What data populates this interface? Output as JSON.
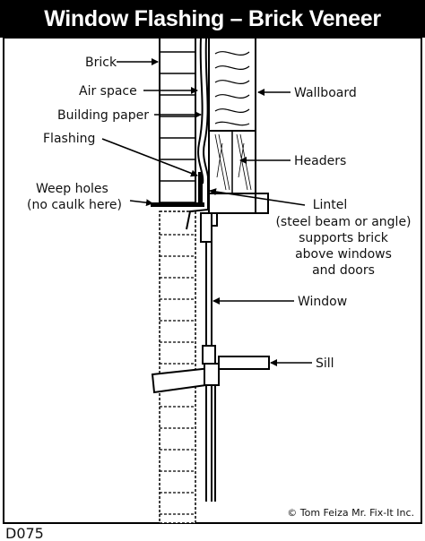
{
  "title": "Window Flashing – Brick Veneer",
  "labels": {
    "brick": "Brick",
    "air_space": "Air space",
    "building_paper": "Building paper",
    "flashing": "Flashing",
    "weep_holes_line1": "Weep holes",
    "weep_holes_line2": "(no caulk here)",
    "wallboard": "Wallboard",
    "headers": "Headers",
    "lintel_line1": "Lintel",
    "lintel_line2": "(steel beam or angle)",
    "lintel_line3": "supports brick",
    "lintel_line4": "above windows",
    "lintel_line5": "and doors",
    "window": "Window",
    "sill": "Sill"
  },
  "credit": "© Tom Feiza Mr. Fix-It Inc.",
  "code": "D075"
}
